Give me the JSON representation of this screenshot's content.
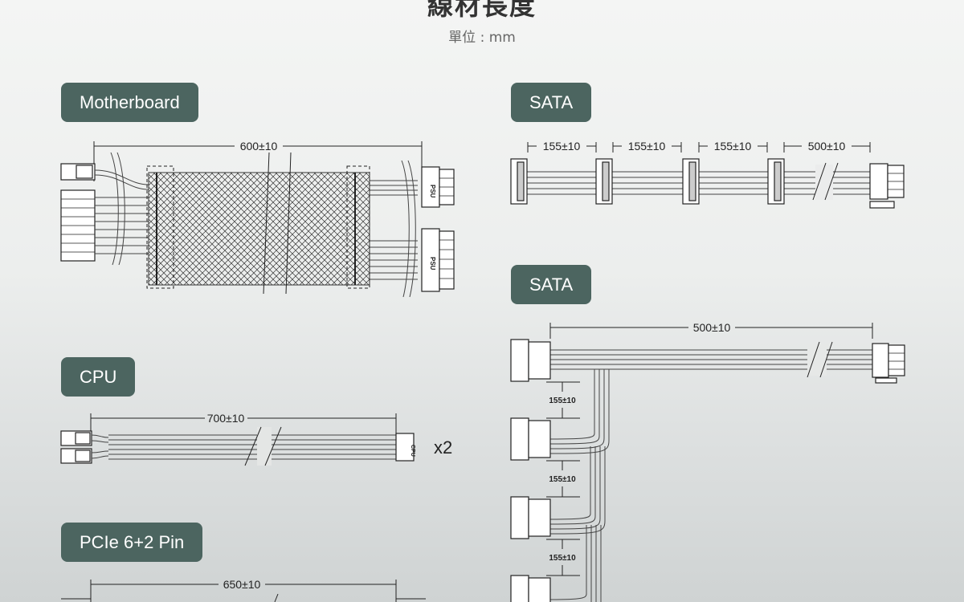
{
  "header": {
    "title": "線材長度",
    "unit": "單位 : mm"
  },
  "sections": {
    "motherboard": {
      "label": "Motherboard",
      "length": "600±10",
      "connector_label": "PSU"
    },
    "cpu": {
      "label": "CPU",
      "length": "700±10",
      "connector_label": "CPU",
      "multiplier": "x2"
    },
    "pcie": {
      "label": "PCIe 6+2 Pin",
      "length": "650±10"
    },
    "sata1": {
      "label": "SATA",
      "segments": [
        "155±10",
        "155±10",
        "155±10",
        "500±10"
      ]
    },
    "sata2": {
      "label": "SATA",
      "main_length": "500±10",
      "branches": [
        "155±10",
        "155±10",
        "155±10"
      ]
    }
  },
  "colors": {
    "badge_bg": "#4c6560",
    "badge_text": "#ffffff",
    "line": "#222222"
  }
}
